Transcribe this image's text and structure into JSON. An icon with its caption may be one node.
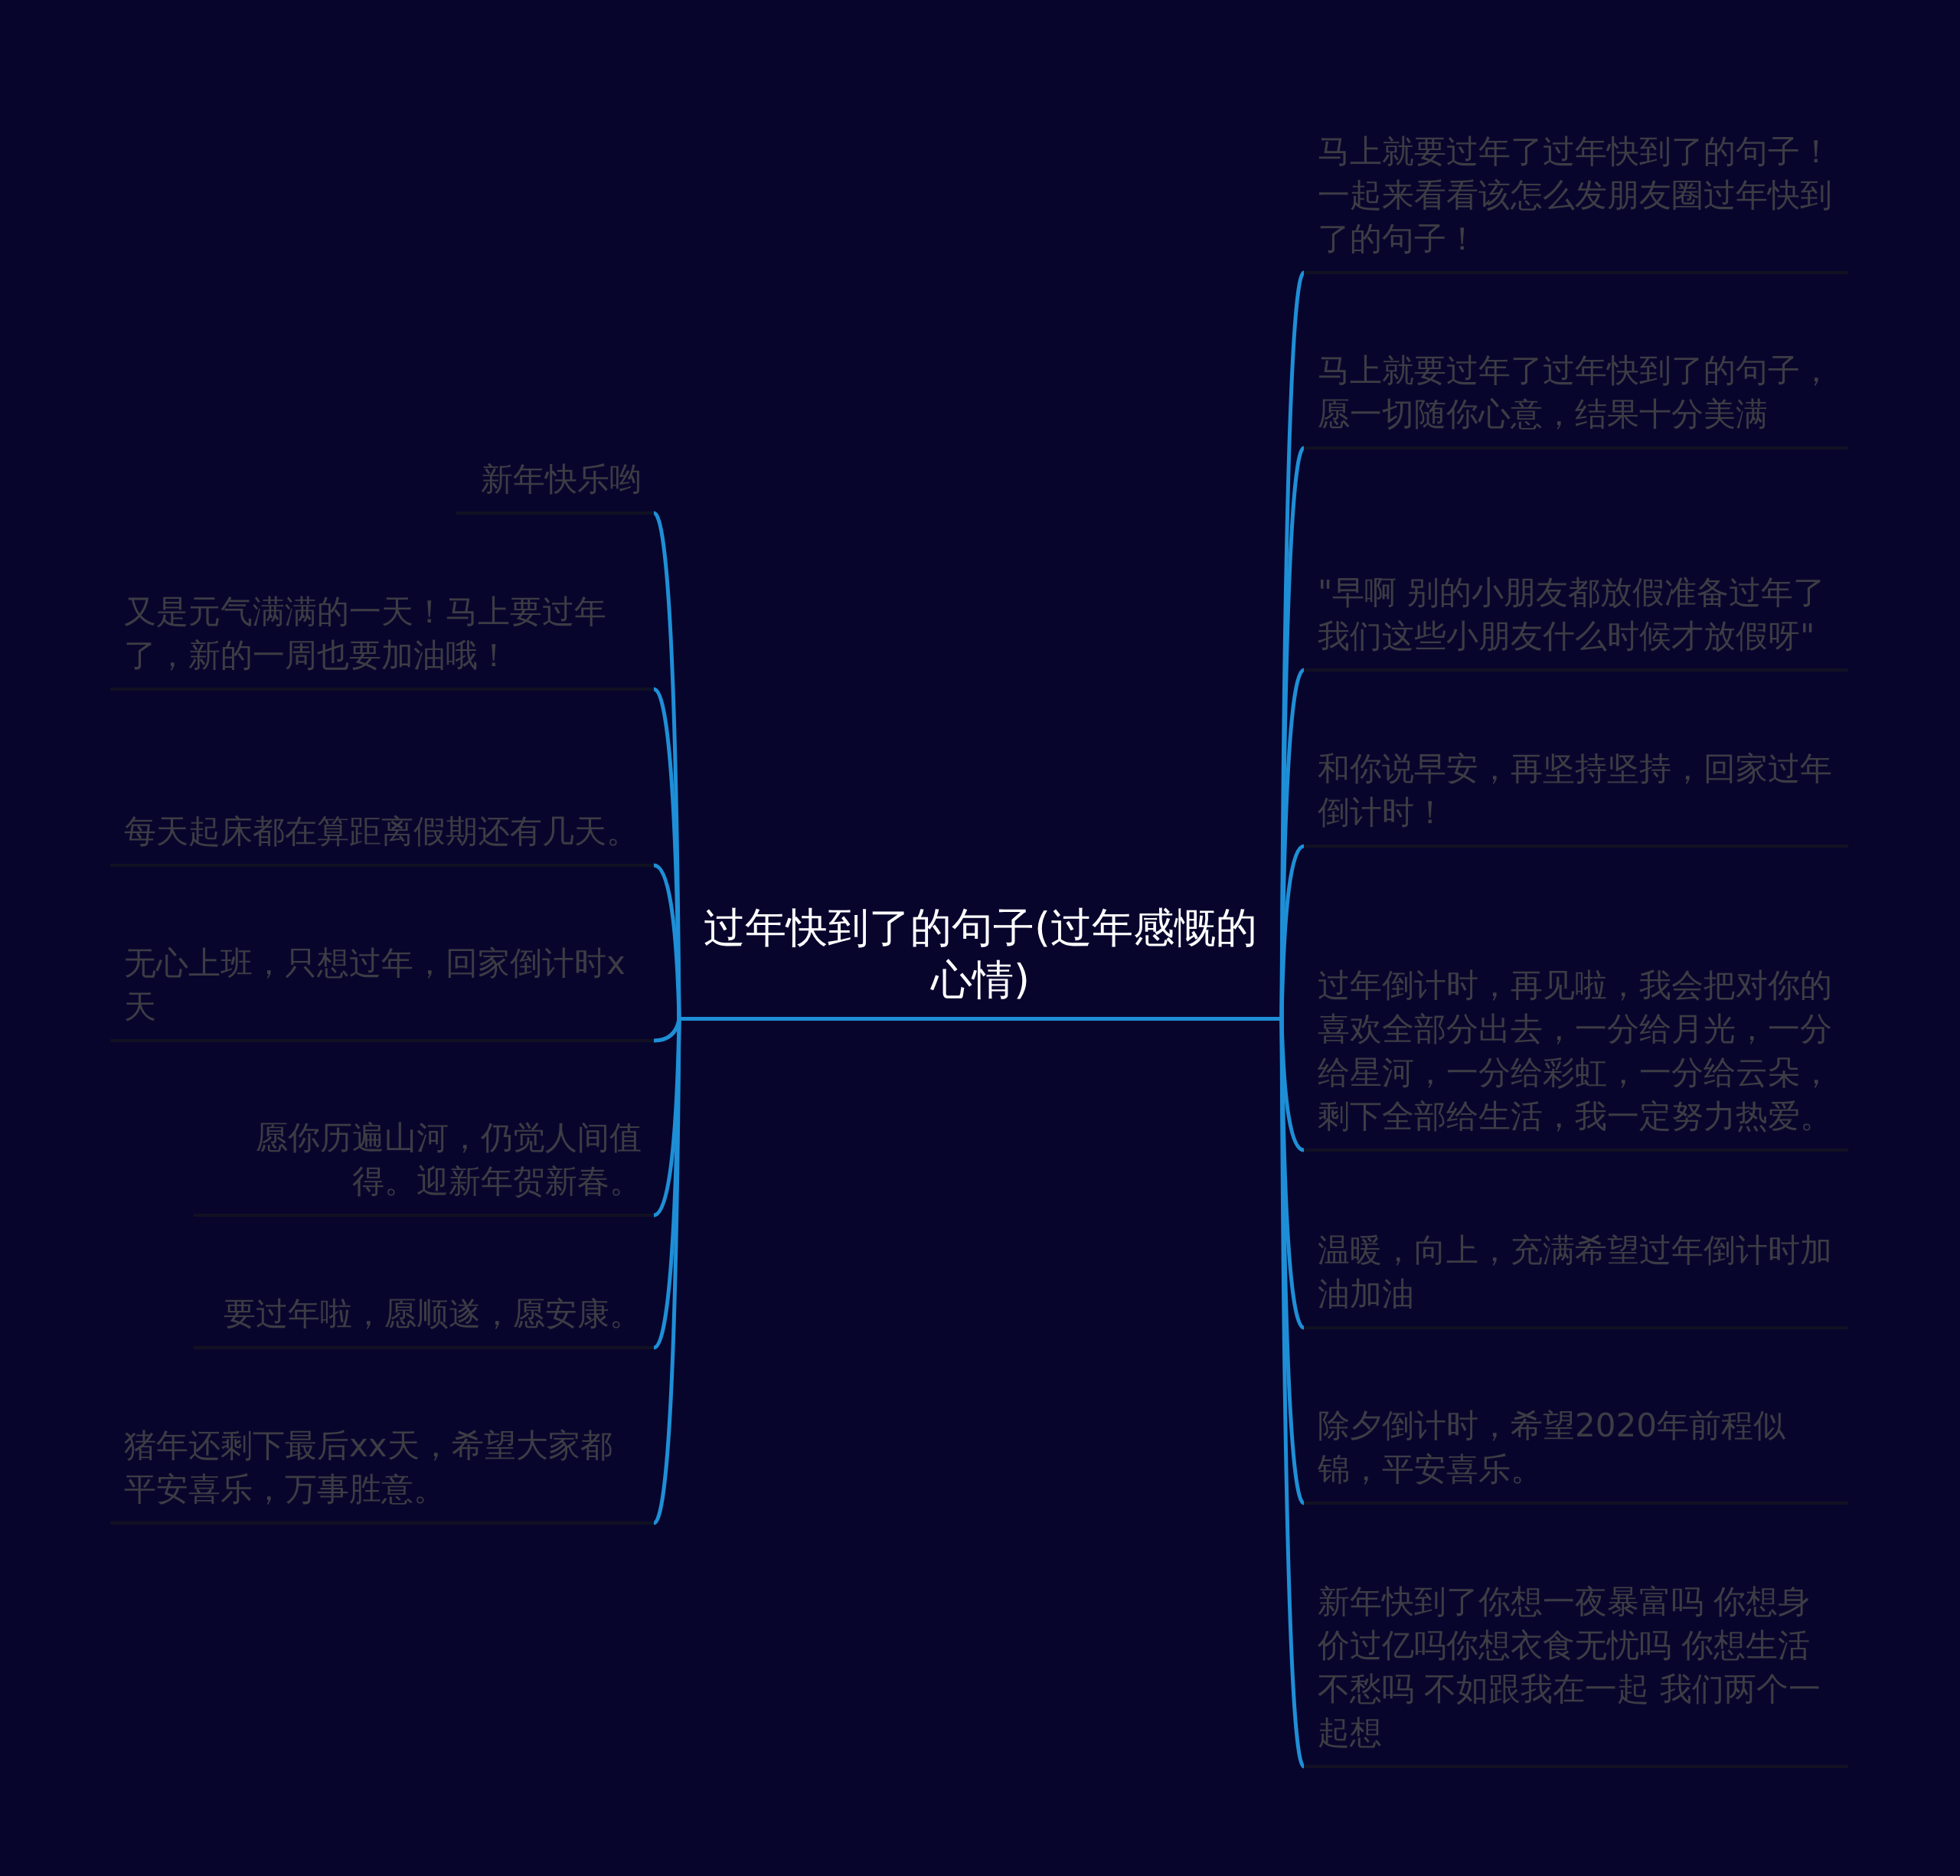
{
  "diagram": {
    "nodes": [
      {
        "text": [
          "过年快到了的句子(过年感慨的心情)"
        ]
      },
      {
        "text": [
          "新年快乐哟"
        ]
      },
      {
        "text": [
          "又是元气满满的一天！马上要过年了，新的一周也要加油哦！"
        ]
      },
      {
        "text": [
          "每天起床都在算距离假期还有几天。"
        ]
      },
      {
        "text": [
          "无心上班，只想过年，回家倒计时x天"
        ]
      },
      {
        "text": [
          "愿你历遍山河，仍觉人间值得。迎新年贺新春。"
        ]
      },
      {
        "text": [
          "要过年啦，愿顺遂，愿安康。"
        ]
      },
      {
        "text": [
          "猪年还剩下最后xx天，希望大家都平安喜乐，万事胜意。"
        ]
      },
      {
        "text": [
          "马上就要过年了过年快到了的句子！一起来看看该怎么发朋友圈过年快到了的句子！"
        ]
      },
      {
        "text": [
          "马上就要过年了过年快到了的句子，愿一切随你心意，结果十分美满"
        ]
      },
      {
        "text": [
          "\"早啊 别的小朋友都放假准备过年了我们这些小朋友什么时候才放假呀\""
        ]
      },
      {
        "text": [
          "和你说早安，再坚持坚持，回家过年倒计时！"
        ]
      },
      {
        "text": [
          "过年倒计时，再见啦，我会把对你的喜欢全部分出去，一分给月光，一分给星河，一分给彩虹，一分给云朵，剩下全部给生活，我一定努力热爱。"
        ]
      },
      {
        "text": [
          "温暖，向上，充满希望过年倒计时加油加油"
        ]
      },
      {
        "text": [
          "除夕倒计时，希望2020年前程似锦，平安喜乐。"
        ]
      },
      {
        "text": [
          "新年快到了你想一夜暴富吗 你想身价过亿吗你想衣食无忧吗 你想生活不愁吗 不如跟我在一起 我们两个一起想"
        ]
      }
    ],
    "edges": [
      {
        "from": 0,
        "to": 1,
        "arrow": "none"
      },
      {
        "from": 0,
        "to": 2,
        "arrow": "none"
      },
      {
        "from": 0,
        "to": 3,
        "arrow": "none"
      },
      {
        "from": 0,
        "to": 4,
        "arrow": "none"
      },
      {
        "from": 0,
        "to": 5,
        "arrow": "none"
      },
      {
        "from": 0,
        "to": 6,
        "arrow": "none"
      },
      {
        "from": 0,
        "to": 7,
        "arrow": "none"
      },
      {
        "from": 0,
        "to": 8,
        "arrow": "none"
      },
      {
        "from": 0,
        "to": 9,
        "arrow": "none"
      },
      {
        "from": 0,
        "to": 10,
        "arrow": "none"
      },
      {
        "from": 0,
        "to": 11,
        "arrow": "none"
      },
      {
        "from": 0,
        "to": 12,
        "arrow": "none"
      },
      {
        "from": 0,
        "to": 13,
        "arrow": "none"
      },
      {
        "from": 0,
        "to": 14,
        "arrow": "none"
      },
      {
        "from": 0,
        "to": 15,
        "arrow": "none"
      }
    ]
  }
}
